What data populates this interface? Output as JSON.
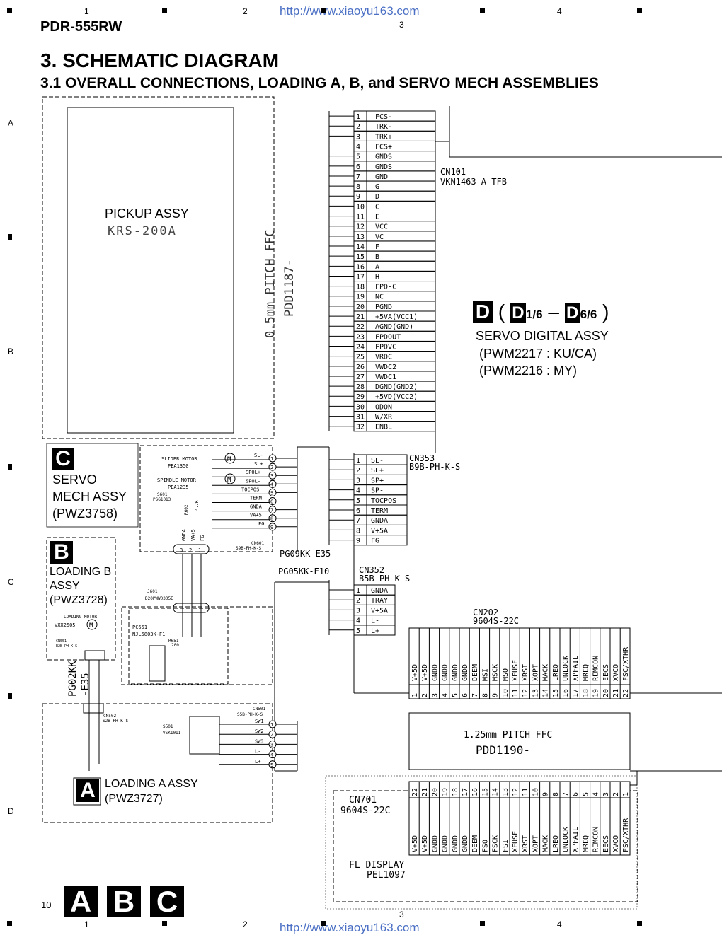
{
  "header": {
    "url": "http://www.xiaoyu163.com",
    "model": "PDR-555RW",
    "title": "3. SCHEMATIC DIAGRAM",
    "subtitle": "3.1 OVERALL CONNECTIONS, LOADING A, B, and SERVO MECH ASSEMBLIES"
  },
  "grid": {
    "columns": [
      "1",
      "2",
      "3",
      "4"
    ],
    "rows": [
      "A",
      "B",
      "C",
      "D"
    ]
  },
  "pickup": {
    "name": "PICKUP ASSY",
    "part": "KRS-200A",
    "ffc_text": "0.5mm PITCH FFC",
    "ffc_part": "PDD1187-",
    "pins": [
      "FCS-",
      "TRK-",
      "TRK+",
      "FCS+",
      "GNDS",
      "GNDS",
      "GND",
      "G",
      "D",
      "C",
      "E",
      "VCC",
      "VC",
      "F",
      "B",
      "A",
      "H",
      "FPD-C",
      "NC",
      "PGND",
      "+5VA(VCC1)",
      "AGND(GND)",
      "FPDOUT",
      "FPDVC",
      "VRDC",
      "VWDC2",
      "VWDC1",
      "DGND(GND2)",
      "+5VD(VCC2)",
      "ODON",
      "W/XR",
      "ENBL"
    ]
  },
  "cn101": {
    "name": "CN101",
    "part": "VKN1463-A-TFB"
  },
  "servo_digital": {
    "badge": "D",
    "range_from": "1/6",
    "range_to": "6/6",
    "name": "SERVO DIGITAL ASSY",
    "variant1": "(PWM2217 : KU/CA)",
    "variant2": "(PWM2216 : MY)"
  },
  "servo_mech": {
    "badge": "C",
    "name_line1": "SERVO",
    "name_line2": "MECH ASSY",
    "part": "(PWZ3758)",
    "slider_motor": "SLIDER MOTOR",
    "slider_part": "PEA1350",
    "spindle_motor": "SPINDLE MOTOR",
    "spindle_part": "PEA1235",
    "switch": "S601",
    "switch_part": "PSG1013",
    "resistor": "R602",
    "resistor_value": "4.7K",
    "cn601": "CN601",
    "cn601_part": "S9B-PH-K-S",
    "cn601_pins": [
      "SL-",
      "SL+",
      "SPOL+",
      "SPOL-",
      "TOCPOS",
      "TERM",
      "GNDA",
      "VA+5",
      "FG"
    ],
    "j_labels": [
      "GNDA",
      "VA+5",
      "FG"
    ]
  },
  "cn353": {
    "name": "CN353",
    "part": "B9B-PH-K-S",
    "pins": [
      "SL-",
      "SL+",
      "SP+",
      "SP-",
      "TOCPOS",
      "TERM",
      "GNDA",
      "V+5A",
      "FG"
    ]
  },
  "cable1": "PG09KK-E35",
  "cable2": "PG05KK-E10",
  "cable3": "PG02KK\n-E35",
  "cn352": {
    "name": "CN352",
    "part": "B5B-PH-K-S",
    "pins": [
      "GNDA",
      "TRAY",
      "V+5A",
      "L-",
      "L+"
    ]
  },
  "loading_b": {
    "badge": "B",
    "name_line1": "LOADING B",
    "name_line2": "ASSY",
    "part": "(PWZ3728)",
    "motor": "LOADING MOTOR",
    "motor_part": "VXX2505",
    "cn551": "CN551",
    "cn551_part": "B2B-PH-K-S",
    "j601": "J601",
    "j601_part": "D20PWW0305E",
    "pc651": "PC651",
    "pc651_part": "NJL5803K-F1",
    "r651": "R651",
    "r651_value": "200"
  },
  "loading_a": {
    "badge": "A",
    "name": "LOADING A ASSY",
    "part": "(PWZ3727)",
    "cn502": "CN502",
    "cn502_part": "S2B-PH-K-S",
    "cn501": "CN501",
    "cn501_part": "S5B-PH-K-S",
    "s501": "S501",
    "s501_part": "VSK1011-",
    "pins": [
      "SW1",
      "SW2",
      "SW3",
      "L-",
      "L+"
    ]
  },
  "cn202": {
    "name": "CN202",
    "part": "9604S-22C",
    "pins": [
      "V+5D",
      "V+5D",
      "GNDD",
      "GNDD",
      "GNDD",
      "GNDD",
      "DEEM",
      "MSI",
      "MSCK",
      "MSO",
      "XFUSE",
      "XRST",
      "XOPT",
      "MACK",
      "LREQ",
      "UNLOCK",
      "XPFAIL",
      "MREQ",
      "REMCON",
      "EECS",
      "XVCO",
      "FSC/XTHR"
    ]
  },
  "ffc2": {
    "text": "1.25mm PITCH FFC",
    "part": "PDD1190-"
  },
  "cn701": {
    "name": "CN701",
    "part": "9604S-22C",
    "pins": [
      "V+5D",
      "V+5D",
      "GNDD",
      "GNDD",
      "GNDD",
      "GNDD",
      "DEEM",
      "FSO",
      "FSCK",
      "FSI",
      "XFUSE",
      "XRST",
      "XOPT",
      "MACK",
      "LREQ",
      "UNLOCK",
      "XPFAIL",
      "MREQ",
      "REMCON",
      "EECS",
      "XVCO",
      "FSC/XTHR"
    ]
  },
  "fl_display": {
    "name": "FL DISPLAY",
    "part": "PEL1097"
  },
  "footer": {
    "page": "10",
    "badges": [
      "A",
      "B",
      "C"
    ]
  }
}
